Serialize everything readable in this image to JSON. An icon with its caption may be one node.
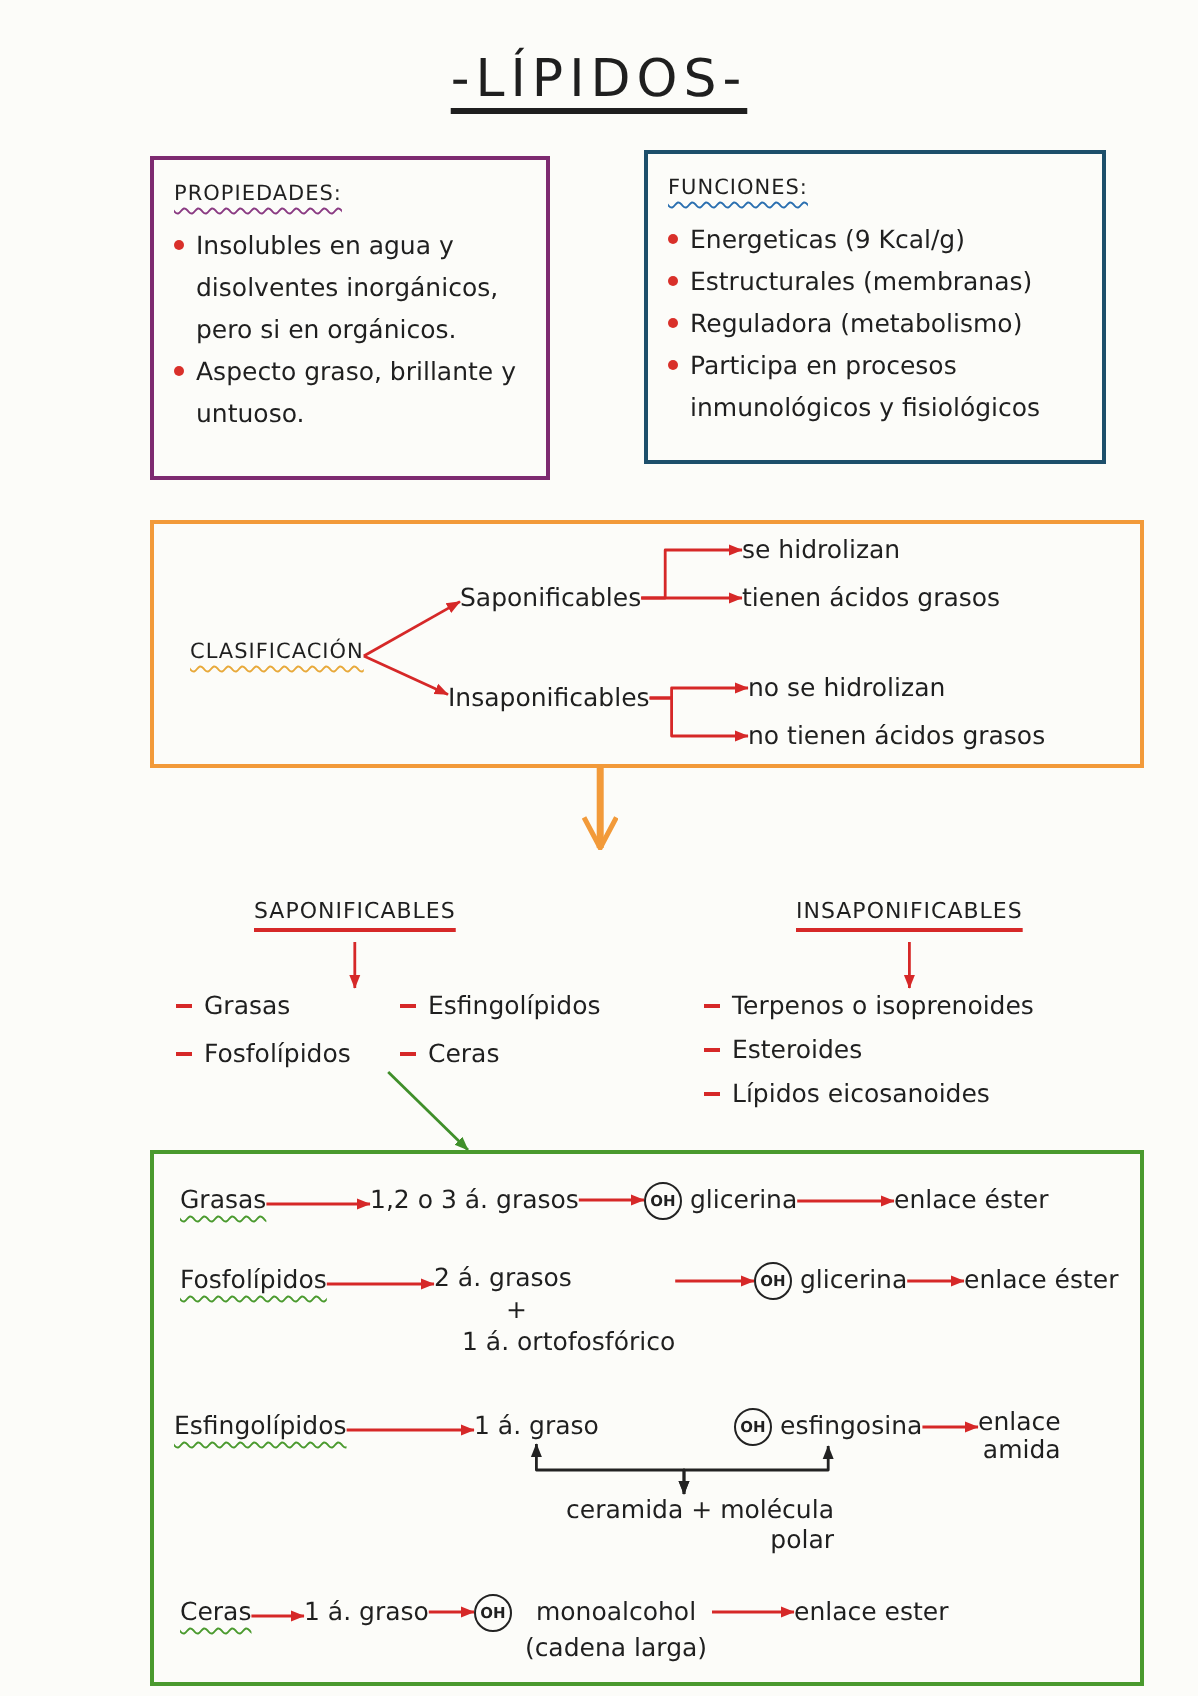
{
  "diagram": {
    "title": "-LÍPIDOS-",
    "nodes": [
      {
        "text": [
          "PROPIEDADES:",
          "Insolubles en agua y disolventes inorgánicos, pero si en orgánicos.",
          "Aspecto graso, brillante y untuoso."
        ]
      },
      {
        "text": [
          "FUNCIONES:",
          "Energeticas (9 Kcal/g)",
          "Estructurales (membranas)",
          "Reguladora (metabolismo)",
          "Participa en procesos inmunológicos y fisiológicos"
        ]
      },
      {
        "text": [],
        "shape": "box"
      },
      {
        "text": [
          "CLASIFICACIÓN"
        ],
        "in": 2
      },
      {
        "text": [
          "Saponificables"
        ],
        "in": 2
      },
      {
        "text": [
          "se hidrolizan"
        ],
        "in": 2
      },
      {
        "text": [
          "tienen ácidos grasos"
        ],
        "in": 2
      },
      {
        "text": [
          "Insaponificables"
        ],
        "in": 2
      },
      {
        "text": [
          "no se hidrolizan"
        ],
        "in": 2
      },
      {
        "text": [
          "no tienen ácidos grasos"
        ],
        "in": 2
      },
      {
        "text": [
          "SAPONIFICABLES"
        ]
      },
      {
        "text": [
          "Grasas",
          "Esfingolípidos",
          "Fosfolípidos",
          "Ceras"
        ]
      },
      {
        "text": [
          "INSAPONIFICABLES"
        ]
      },
      {
        "text": [
          "Terpenos o isoprenoides",
          "Esteroides",
          "Lípidos eicosanoides"
        ]
      },
      {
        "text": [],
        "shape": "box"
      },
      {
        "text": [
          "Grasas"
        ],
        "in": 14
      },
      {
        "text": [
          "1,2 o 3 á. grasos"
        ],
        "in": 14
      },
      {
        "text": [
          "OH"
        ],
        "beside": [
          "glicerina"
        ],
        "in": 14
      },
      {
        "text": [
          "enlace éster"
        ],
        "in": 14
      },
      {
        "text": [
          "Fosfolípidos"
        ],
        "in": 14
      },
      {
        "text": [
          "2 á. grasos",
          "+",
          "1 á. ortofosfórico"
        ],
        "in": 14
      },
      {
        "text": [
          "OH"
        ],
        "beside": [
          "glicerina"
        ],
        "in": 14
      },
      {
        "text": [
          "enlace éster"
        ],
        "in": 14
      },
      {
        "text": [
          "Esfingolípidos"
        ],
        "in": 14
      },
      {
        "text": [
          "1 á. graso"
        ],
        "in": 14
      },
      {
        "text": [
          "OH"
        ],
        "beside": [
          "esfingosina"
        ],
        "in": 14
      },
      {
        "text": [
          "enlace amida"
        ],
        "in": 14
      },
      {
        "text": [
          "ceramida + molécula polar"
        ],
        "in": 14
      },
      {
        "text": [
          "Ceras"
        ],
        "in": 14
      },
      {
        "text": [
          "1 á. graso"
        ],
        "in": 14
      },
      {
        "text": [
          "OH"
        ],
        "beside": [
          "monoalcohol (cadena larga)"
        ],
        "in": 14
      },
      {
        "text": [
          "enlace ester"
        ],
        "in": 14
      }
    ],
    "edges": [
      {
        "from": 3,
        "to": 4,
        "arrow": "to"
      },
      {
        "from": 3,
        "to": 7,
        "arrow": "to"
      },
      {
        "from": 4,
        "to": 5,
        "arrow": "to"
      },
      {
        "from": 4,
        "to": 6,
        "arrow": "to"
      },
      {
        "from": 7,
        "to": 8,
        "arrow": "to"
      },
      {
        "from": 7,
        "to": 9,
        "arrow": "to"
      },
      {
        "from": 2,
        "to": null,
        "arrow": "to",
        "style": "thick",
        "color": "#f29a3a"
      },
      {
        "from": 10,
        "to": 11,
        "arrow": "to"
      },
      {
        "from": 12,
        "to": 13,
        "arrow": "to"
      },
      {
        "from": 11,
        "to": 14,
        "arrow": "to",
        "color": "#3f8f2a"
      },
      {
        "from": 15,
        "to": 16,
        "arrow": "to"
      },
      {
        "from": 16,
        "to": 17,
        "arrow": "to"
      },
      {
        "from": 17,
        "to": 18,
        "arrow": "to"
      },
      {
        "from": 19,
        "to": 20,
        "arrow": "to"
      },
      {
        "from": 20,
        "to": 21,
        "arrow": "to"
      },
      {
        "from": 21,
        "to": 22,
        "arrow": "to"
      },
      {
        "from": 23,
        "to": 24,
        "arrow": "to"
      },
      {
        "from": 25,
        "to": 26,
        "arrow": "to"
      },
      {
        "from": 24,
        "to": 27,
        "arrow": "both",
        "color": "#222222"
      },
      {
        "from": 25,
        "to": 27,
        "arrow": "both",
        "color": "#222222"
      },
      {
        "from": 28,
        "to": 29,
        "arrow": "to"
      },
      {
        "from": 29,
        "to": 30,
        "arrow": "to"
      },
      {
        "from": 30,
        "to": 31,
        "arrow": "to"
      }
    ]
  }
}
